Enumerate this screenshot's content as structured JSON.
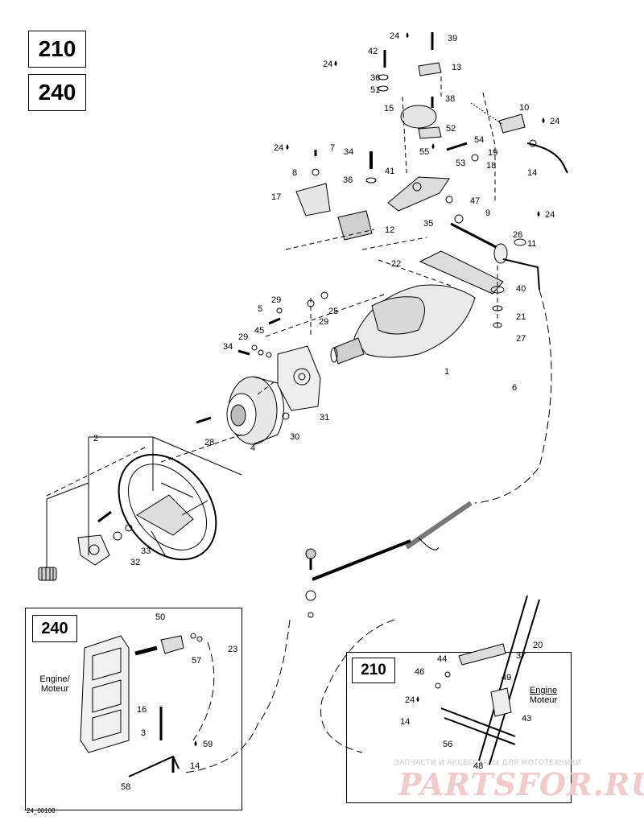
{
  "models": {
    "top_a": "210",
    "top_b": "240",
    "inset_240": "240",
    "inset_210": "210"
  },
  "inset_240_label": {
    "line1": "Engine/",
    "line2": "Moteur"
  },
  "inset_210_label": {
    "line1": "Engine",
    "line2": "Moteur"
  },
  "drawing_number": "24_00108",
  "watermark": {
    "small": "ЗАПЧАСТИ И АКСЕССУАРЫ ДЛЯ МОТОТЕХНИКИ",
    "logo": "PARTSFOR.RU"
  },
  "adhesive_code": "24",
  "callouts": {
    "c1": "1",
    "c2": "2",
    "c3": "3",
    "c4": "4",
    "c5": "5",
    "c6": "6",
    "c7": "7",
    "c8": "8",
    "c9": "9",
    "c10": "10",
    "c11": "11",
    "c12": "12",
    "c13": "13",
    "c14": "14",
    "c14b": "14",
    "c14c": "14",
    "c15": "15",
    "c16": "16",
    "c17": "17",
    "c18": "18",
    "c19": "19",
    "c20": "20",
    "c21": "21",
    "c22": "22",
    "c23": "23",
    "c24a": "24",
    "c24b": "24",
    "c24c": "24",
    "c24d": "24",
    "c24e": "24",
    "c24f": "24",
    "c25": "25",
    "c26": "26",
    "c27": "27",
    "c28": "28",
    "c29a": "29",
    "c29b": "29",
    "c29c": "29",
    "c30": "30",
    "c31": "31",
    "c32": "32",
    "c33": "33",
    "c34a": "34",
    "c34b": "34",
    "c35": "35",
    "c36a": "36",
    "c36b": "36",
    "c37": "37",
    "c38": "38",
    "c39": "39",
    "c40": "40",
    "c41": "41",
    "c42": "42",
    "c43": "43",
    "c44": "44",
    "c45": "45",
    "c46": "46",
    "c47": "47",
    "c48": "48",
    "c49": "49",
    "c50": "50",
    "c51": "51",
    "c52": "52",
    "c53": "53",
    "c54": "54",
    "c55": "55",
    "c56": "56",
    "c57": "57",
    "c58": "58",
    "c59": "59"
  }
}
